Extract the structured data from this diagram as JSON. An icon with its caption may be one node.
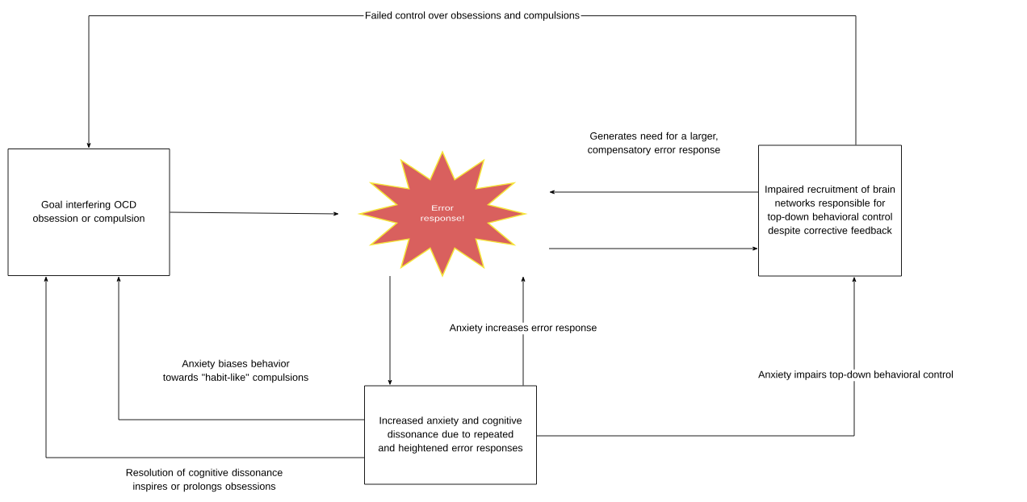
{
  "diagram": {
    "nodes": [
      {
        "text": [
          "Goal interfering OCD obsession or compulsion"
        ]
      },
      {
        "text": [
          "Error response!"
        ]
      },
      {
        "text": [
          "Impaired recruitment of brain networks responsible for top-down behavioral control despite corrective feedback"
        ]
      },
      {
        "text": [
          "Increased anxiety and cognitive dissonance due to repeated and heightened error responses"
        ]
      }
    ],
    "edges": [
      {
        "from": 2,
        "to": 0,
        "arrow": "to",
        "label": "Failed control over obsessions and compulsions"
      },
      {
        "from": 0,
        "to": 1,
        "arrow": "to"
      },
      {
        "from": 2,
        "to": 1,
        "arrow": "to",
        "label": "Generates need for a larger, compensatory error response"
      },
      {
        "from": 1,
        "to": 2,
        "arrow": "to"
      },
      {
        "from": 1,
        "to": 3,
        "arrow": "to"
      },
      {
        "from": 3,
        "to": 1,
        "arrow": "to",
        "label": "Anxiety increases error response"
      },
      {
        "from": 3,
        "to": 0,
        "arrow": "to",
        "label": "Anxiety biases behavior towards \"habit-like\" compulsions"
      },
      {
        "from": 3,
        "to": 0,
        "arrow": "to",
        "label": "Resolution of cognitive dissonance inspires or prolongs obsessions"
      },
      {
        "from": 3,
        "to": 2,
        "arrow": "to",
        "label": "Anxiety impairs top-down behavioral control"
      }
    ]
  }
}
